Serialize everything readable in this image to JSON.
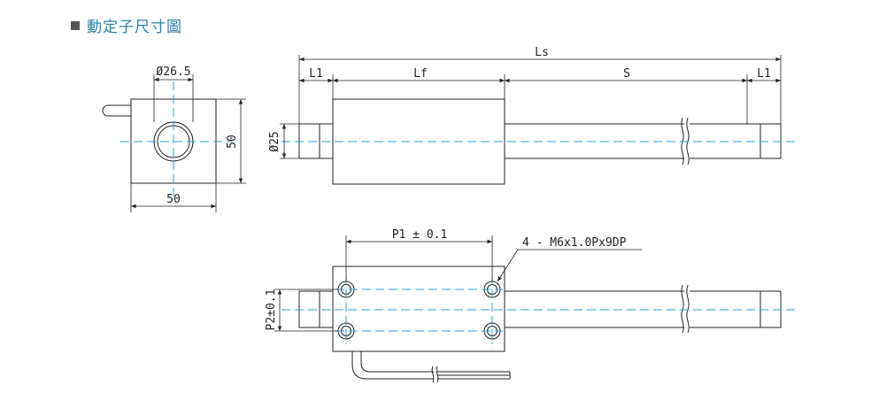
{
  "title": "動定子尺寸圖",
  "side_view": {
    "diameter_label": "Ø26.5",
    "height_label": "50",
    "width_label": "50"
  },
  "front_view": {
    "total_length_label": "Ls",
    "l1_left_label": "L1",
    "lf_label": "Lf",
    "s_label": "S",
    "l1_right_label": "L1",
    "rod_diameter_label": "Ø25"
  },
  "top_view": {
    "p1_label": "P1 ± 0.1",
    "p2_label": "P2±0.1",
    "hole_callout": "4 - M6x1.0Px9DP"
  },
  "colors": {
    "outline": "#222222",
    "centerline": "#2a9fd6",
    "title": "#2a7fa8"
  }
}
